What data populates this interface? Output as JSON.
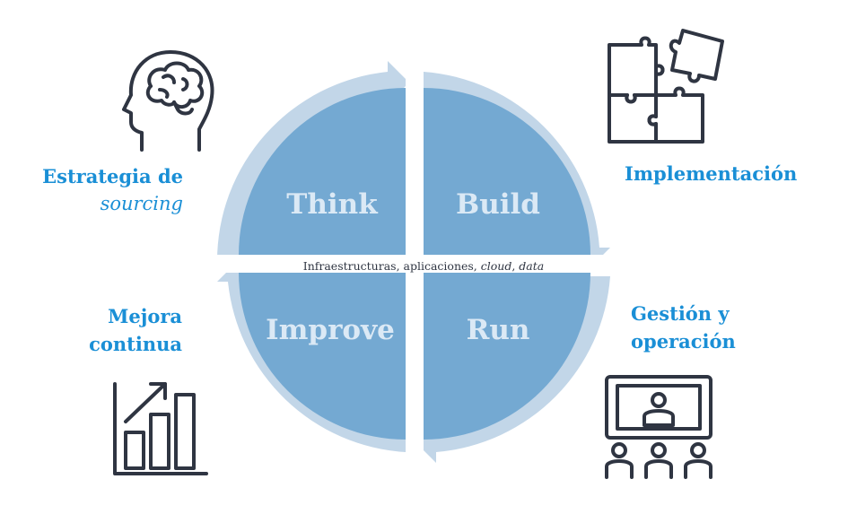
{
  "cycle": {
    "quadrants": [
      "Think",
      "Build",
      "Run",
      "Improve"
    ],
    "center_band": {
      "part1": "Infraestructuras, aplicaciones, ",
      "part2": "cloud",
      "part3": ", ",
      "part4": "data"
    }
  },
  "phases": {
    "strategy": {
      "line1": "Estrategia de",
      "line2": "sourcing"
    },
    "implementation": {
      "label": "Implementación"
    },
    "operation": {
      "line1": "Gestión y",
      "line2": "operación"
    },
    "improvement": {
      "line1": "Mejora",
      "line2": "continua"
    }
  },
  "icons": {
    "strategy": "brain-head-icon",
    "implementation": "puzzle-icon",
    "operation": "presentation-audience-icon",
    "improvement": "growth-chart-icon"
  },
  "colors": {
    "quadrant_fill": "#74a9d2",
    "outer_ring": "#c2d6e8",
    "quadrant_text": "#dbe9f5",
    "phase_text": "#1a8fd6",
    "icon_stroke": "#2f3542"
  }
}
